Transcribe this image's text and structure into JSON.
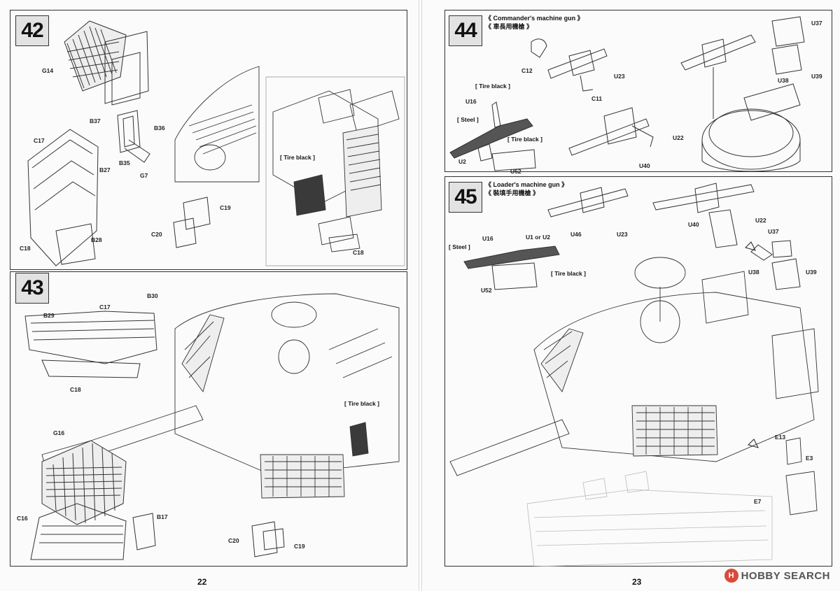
{
  "pages": {
    "left": {
      "page_number": "22",
      "steps": {
        "s42": {
          "number": "42",
          "parts": {
            "g14": "G14",
            "b37": "B37",
            "b36": "B36",
            "b35": "B35",
            "g7": "G7",
            "c17": "C17",
            "b27": "B27",
            "c18": "C18",
            "b28": "B28",
            "c19": "C19",
            "c20": "C20",
            "c18b": "C18"
          },
          "paint_note": "[ Tire black ]"
        },
        "s43": {
          "number": "43",
          "parts": {
            "b29": "B29",
            "c17": "C17",
            "b30": "B30",
            "c18": "C18",
            "g16": "G16",
            "c16": "C16",
            "b17": "B17",
            "c20": "C20",
            "c19": "C19"
          },
          "paint_note": "[ Tire black ]"
        }
      }
    },
    "right": {
      "page_number": "23",
      "steps": {
        "s44": {
          "number": "44",
          "title_en": "《 Commander's  machine gun 》",
          "title_jp": "《 車長用機槍 》",
          "parts": {
            "c12": "C12",
            "u23": "U23",
            "c11": "C11",
            "u16": "U16",
            "u2": "U2",
            "u52": "U52",
            "u22": "U22",
            "u40": "U40",
            "u37": "U37",
            "u38": "U38",
            "u39": "U39"
          },
          "notes": {
            "tire1": "[ Tire black ]",
            "steel": "[ Steel ]",
            "tire2": "[ Tire black ]"
          }
        },
        "s45": {
          "number": "45",
          "title_en": "《 Loader's  machine gun 》",
          "title_jp": "《 裝填手用機槍 》",
          "parts": {
            "u46": "U46",
            "u23": "U23",
            "u40": "U40",
            "u22": "U22",
            "u37": "U37",
            "u16": "U16",
            "u1u2": "U1 or U2",
            "u38": "U38",
            "u39": "U39",
            "u52": "U52",
            "e13": "E13",
            "e3": "E3",
            "e7": "E7"
          },
          "notes": {
            "steel": "[ Steel ]",
            "tire": "[ Tire black ]"
          }
        }
      }
    }
  },
  "watermark": {
    "text": "HOBBY SEARCH",
    "logo": "H"
  }
}
